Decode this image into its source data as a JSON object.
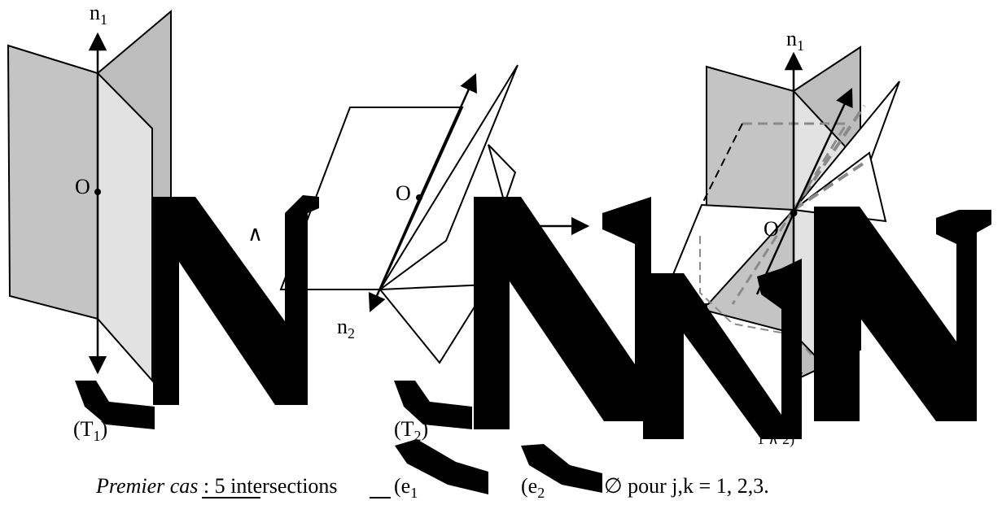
{
  "figure": {
    "left": {
      "normal_label": "n",
      "normal_sub": "1",
      "origin_label": "O",
      "name": "(T",
      "name_sub": "1",
      "name_close": ")"
    },
    "operator": "∧",
    "middle": {
      "normal_label": "n",
      "normal_sub": "2",
      "origin_label": "O",
      "name": "(T",
      "name_sub": "2",
      "name_close": ")"
    },
    "right": {
      "normal_label": "n",
      "normal_sub": "1",
      "origin_label": "O",
      "name_fragment": "1 ∧ 2)"
    },
    "caption": {
      "lead": "Premier cas",
      "colon": " : ",
      "count": "5 intersections",
      "part1": "(e",
      "part1_sub": "1",
      "part2": "(e",
      "part2_sub": "2",
      "part3": "∅ pour j,k = 1, 2,3."
    }
  }
}
